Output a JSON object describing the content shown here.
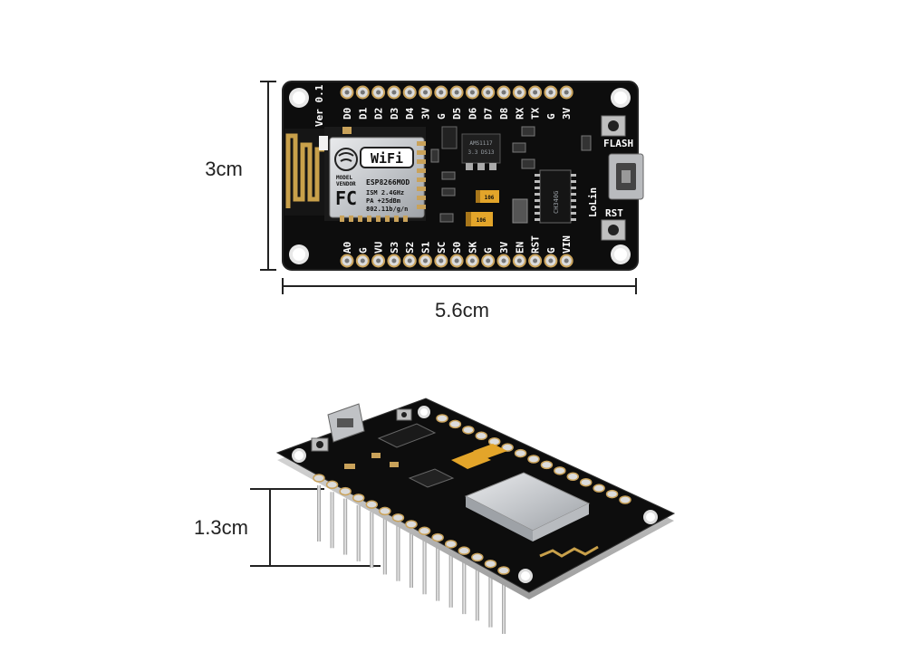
{
  "dimensions": {
    "height_top": "3cm",
    "width_top": "5.6cm",
    "thickness": "1.3cm"
  },
  "board_top": {
    "version_label": "Ver 0.1",
    "pins_top": [
      "D0",
      "D1",
      "D2",
      "D3",
      "D4",
      "3V",
      "G",
      "D5",
      "D6",
      "D7",
      "D8",
      "RX",
      "TX",
      "G",
      "3V"
    ],
    "pins_bottom": [
      "A0",
      "G",
      "VU",
      "S3",
      "S2",
      "S1",
      "SC",
      "S0",
      "SK",
      "G",
      "3V",
      "EN",
      "RST",
      "G",
      "VIN"
    ],
    "button_flash": "FLASH",
    "button_rst": "RST",
    "module": {
      "wifi_logo": "WiFi",
      "model_line1": "MODEL",
      "model_line2": "VENDOR",
      "model_name": "ESP8266MOD",
      "fc_mark": "FC",
      "spec1": "ISM 2.4GHz",
      "spec2": "PA  +25dBm",
      "spec3": "802.11b/g/n"
    },
    "regulator_text": [
      "AMS1117",
      "3.3 DS13"
    ],
    "usb_chip_text": "CH340G",
    "brand_text": "LoLin",
    "cap_text": "106"
  },
  "colors": {
    "pcb": "#0d0d0d",
    "pcb_edge": "#1d1d1d",
    "pin_gold": "#c9a25a",
    "pin_silver": "#d7d7d7",
    "shield": "#c7c9cc",
    "antenna": "#c8a04a",
    "capacitor": "#e3a52a",
    "dimension_line": "#222222"
  }
}
